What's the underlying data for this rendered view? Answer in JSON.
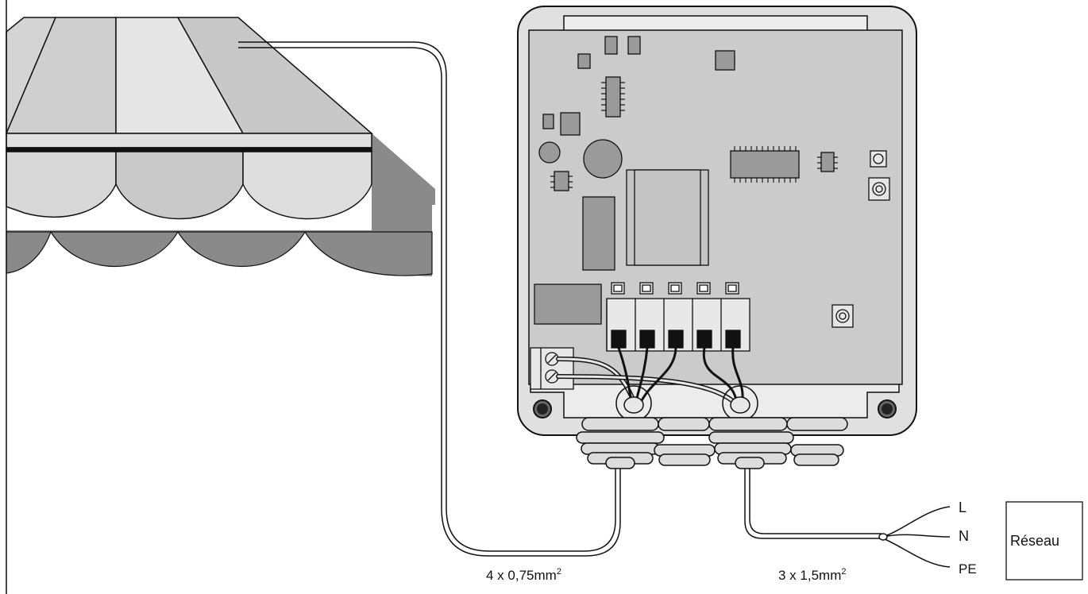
{
  "labels": {
    "motor_cable": {
      "base": "4 x 0,75mm",
      "exp": "2"
    },
    "mains_cable": {
      "base": "3 x 1,5mm",
      "exp": "2"
    },
    "wire_l": "L",
    "wire_n": "N",
    "wire_pe": "PE",
    "network_box": "Réseau"
  },
  "colors": {
    "awning_light": "#e4e4e4",
    "awning_mid": "#d2d2d2",
    "awning_dark": "#bcbcbc",
    "shadow": "#8a8a8a",
    "box_outer": "#dcdcdc",
    "pcb": "#cccccc",
    "component": "#9a9a9a",
    "ink": "#111111"
  }
}
